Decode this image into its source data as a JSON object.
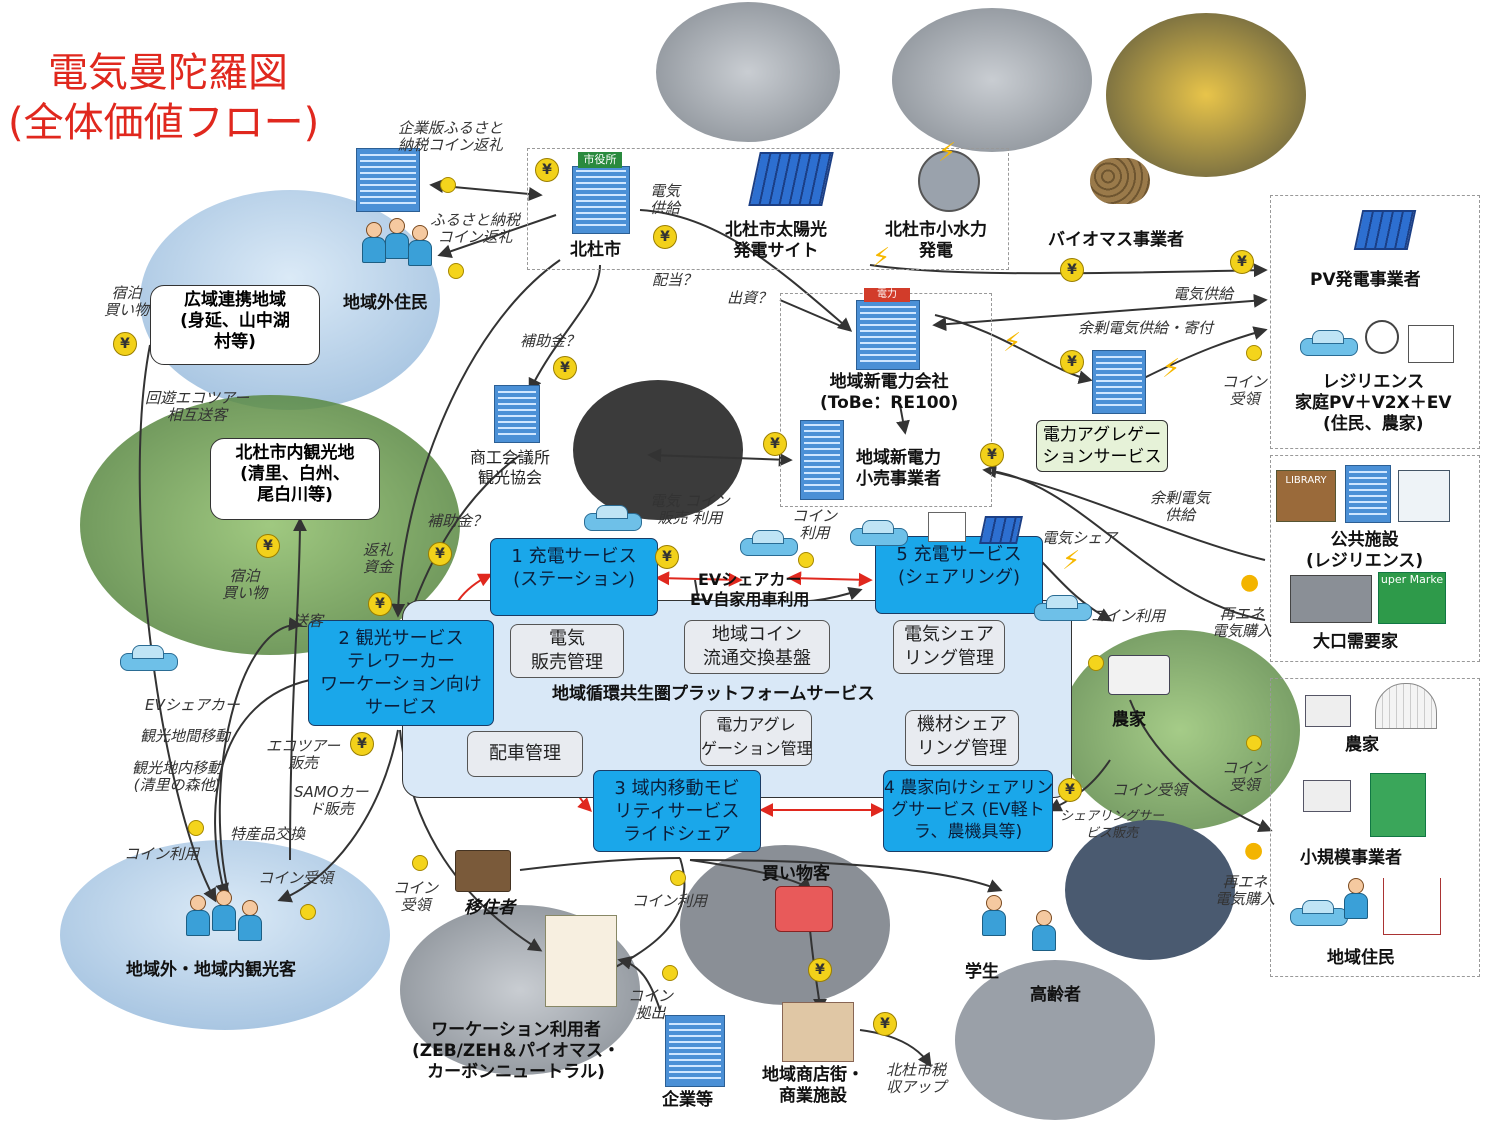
{
  "title": {
    "line1": "電気曼陀羅図",
    "line2": "(全体価値フロー)"
  },
  "colors": {
    "title": "#e0281e",
    "service": "#1aa7ea",
    "platform": "#d9e8f7",
    "aggregation": "#e6f2d8",
    "red_arrow": "#e0281e"
  },
  "icons": [
    "city-hall-icon",
    "solar-panel-icon",
    "hydro-turbine-icon",
    "biomass-pellet-icon",
    "power-company-icon",
    "yen-coin-icon",
    "lightning-icon",
    "ev-car-icon",
    "truck-icon",
    "family-icon",
    "house-icon",
    "library-icon",
    "hospital-icon",
    "supermarket-icon",
    "bulb-icon"
  ],
  "nodes": {
    "city_hall_sign": "市役所",
    "hokuto_city": "北杜市",
    "solar_site": "北杜市太陽光\n発電サイト",
    "hydro": "北杜市小水力\n発電",
    "biomass": "バイオマス事業者",
    "pv_operator": "PV発電事業者",
    "resilience": "レジリエンス\n家庭PV＋V2X＋EV\n(住民、農家)",
    "power_company_sign": "電力",
    "power_company": "地域新電力会社\n(ToBe：RE100)",
    "aggregation": "電力アグレゲー\nションサービス",
    "retailer": "地域新電力\n小売事業者",
    "public_facility": "公共施設\n(レジリエンス)",
    "large_consumer": "大口需要家",
    "library_sign": "LIBRARY",
    "supermarket_sign": "uper Marke",
    "farmer_right": "農家",
    "small_business": "小規模事業者",
    "residents": "地域住民",
    "farmer_mid": "農家",
    "shoko": "商工会議所\n観光協会",
    "outside_residents": "地域外住民",
    "wide_area": "広域連携地域\n(身延、山中湖\n村等)",
    "local_sights": "北杜市内観光地\n(清里、白州、\n尾白川等)",
    "tourists": "地域外・地域内観光客",
    "migrants": "移住者",
    "workation_users": "ワーケーション利用者\n(ZEB/ZEH＆パイオマス・\nカーボンニュートラル)",
    "companies": "企業等",
    "shoppers": "買い物客",
    "shopping_street": "地域商店街・\n商業施設",
    "student": "学生",
    "elderly": "高齢者"
  },
  "services": {
    "s1": "1 充電サービス\n(ステーション)",
    "s2": "2 観光サービス\nテレワーカー\nワーケーション向け\nサービス",
    "s3": "3 域内移動モビ\nリティサービス\nライドシェア",
    "s4": "4 農家向けシェアリン\nグサービス (EV軽ト\nラ、農機具等)",
    "s5": "5 充電サービス\n(シェアリング)"
  },
  "platform": {
    "title": "地域循環共生圏プラットフォームサービス",
    "modules": {
      "m1": "電気\n販売管理",
      "m2": "地域コイン\n流通交換基盤",
      "m3": "電気シェア\nリング管理",
      "m4": "電力アグレ\nゲーション管理",
      "m5": "機材シェア\nリング管理",
      "m6": "配車管理"
    }
  },
  "labels": {
    "furusato_corp": "企業版ふるさと\n納税コイン返礼",
    "furusato": "ふるさと納税\nコイン返礼",
    "power_supply1": "電気\n供給",
    "dividend": "配当？",
    "investment": "出資？",
    "subsidy1": "補助金？",
    "subsidy2": "補助金？",
    "power_supply2": "電気供給",
    "surplus_supply": "余剰電気供給・寄付",
    "coin_receive1": "コイン\n受領",
    "surplus2": "余剰電気\n供給",
    "sales_coin": "電気 コイン\n販売 利用",
    "coin_use1": "コイン\n利用",
    "ev_share": "EVシェアカー\nEV自家用車利用",
    "power_share": "電気シェア",
    "coin_use2": "コイン利用",
    "re_buy1": "再エネ\n電気購入",
    "coin_receive2": "コイン\n受領",
    "coin_receive3": "コイン受領",
    "sharing_sales": "シェアリングサー\nビス販売",
    "re_buy2": "再エネ\n電気購入",
    "stay1": "宿泊\n買い物",
    "tour_send": "回遊エコツアー\n相互送客",
    "stay2": "宿泊\n買い物",
    "return_fund": "返礼\n資金",
    "send_guest": "送客",
    "ev_share_car": "EVシェアカー",
    "sights_move": "観光地間移動",
    "sights_in": "観光地内移動\n(清里の森他)",
    "eco_tour": "エコツアー\n販売",
    "samo": "SAMOカー\nド販売",
    "products": "特産品交換",
    "coin_use3": "コイン利用",
    "coin_receive4": "コイン受領",
    "coin_receive5": "コイン\n受領",
    "coin_use4": "コイン利用",
    "coin_pay": "コイン\n拠出",
    "tax_up": "北杜市税\n収アップ"
  }
}
